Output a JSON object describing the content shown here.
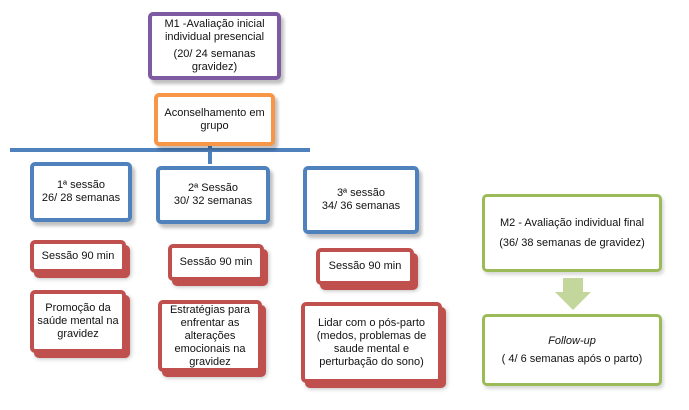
{
  "m1": {
    "line1": "M1 -Avaliação inicial",
    "line2": "individual presencial",
    "line3": "(20/ 24 semanas",
    "line4": "gravidez)"
  },
  "group": {
    "line1": "Aconselhamento em",
    "line2": "grupo"
  },
  "sessions": [
    {
      "title": "1ª sessão",
      "weeks": "26/ 28 semanas",
      "duration": "Sessão 90 min",
      "topic": [
        "Promoção da",
        "saúde mental na",
        "gravidez"
      ]
    },
    {
      "title": "2ª Sessão",
      "weeks": "30/ 32 semanas",
      "duration": "Sessão  90 min",
      "topic": [
        "Estratégias para",
        "enfrentar as",
        "alterações",
        "emocionais na",
        "gravidez"
      ]
    },
    {
      "title": "3ª sessão",
      "weeks": "34/ 36 semanas",
      "duration": "Sessão 90 min",
      "topic": [
        "Lidar com o pós-parto",
        "(medos, problemas de",
        "saude mental e",
        "perturbação do sono)"
      ]
    }
  ],
  "m2": {
    "line1": "M2 - Avaliação individual final",
    "line2": "(36/ 38 semanas de gravidez)"
  },
  "followup": {
    "line1": "Follow-up",
    "line2": "( 4/ 6 semanas após o parto)"
  },
  "colors": {
    "purple": "#7e5aa2",
    "orange": "#f79646",
    "blue": "#4f81bd",
    "red": "#c0504d",
    "green": "#9bbb59",
    "arrow": "#c3d69b"
  }
}
